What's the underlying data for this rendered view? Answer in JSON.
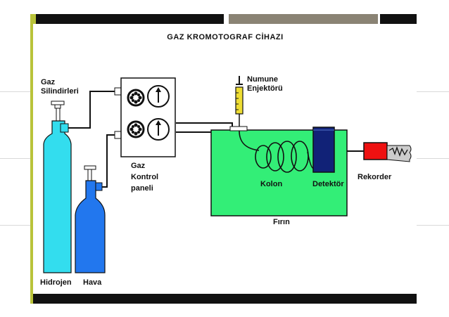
{
  "diagram": {
    "title": "GAZ  KROMOTOGRAF CİHAZI",
    "labels": {
      "gas_cylinders_line1": "Gaz",
      "gas_cylinders_line2": "Silindirleri",
      "injector_line1": "Numune",
      "injector_line2": "Enjektörü",
      "control_panel_line1": "Gaz",
      "control_panel_line2": "Kontrol",
      "control_panel_line3": "paneli",
      "column": "Kolon",
      "detector": "Detektör",
      "recorder": "Rekorder",
      "oven": "Fırın",
      "hydrogen": "Hidrojen",
      "air": "Hava"
    }
  },
  "colors": {
    "oven_fill": "#33ee77",
    "hydrogen_cylinder": "#33ddee",
    "air_cylinder": "#2277ee",
    "detector_fill": "#112277",
    "recorder_fill": "#ee1111",
    "injector_fill": "#eedd33",
    "frame_accent": "#b9c33a",
    "frame_grey": "#8a8374"
  }
}
